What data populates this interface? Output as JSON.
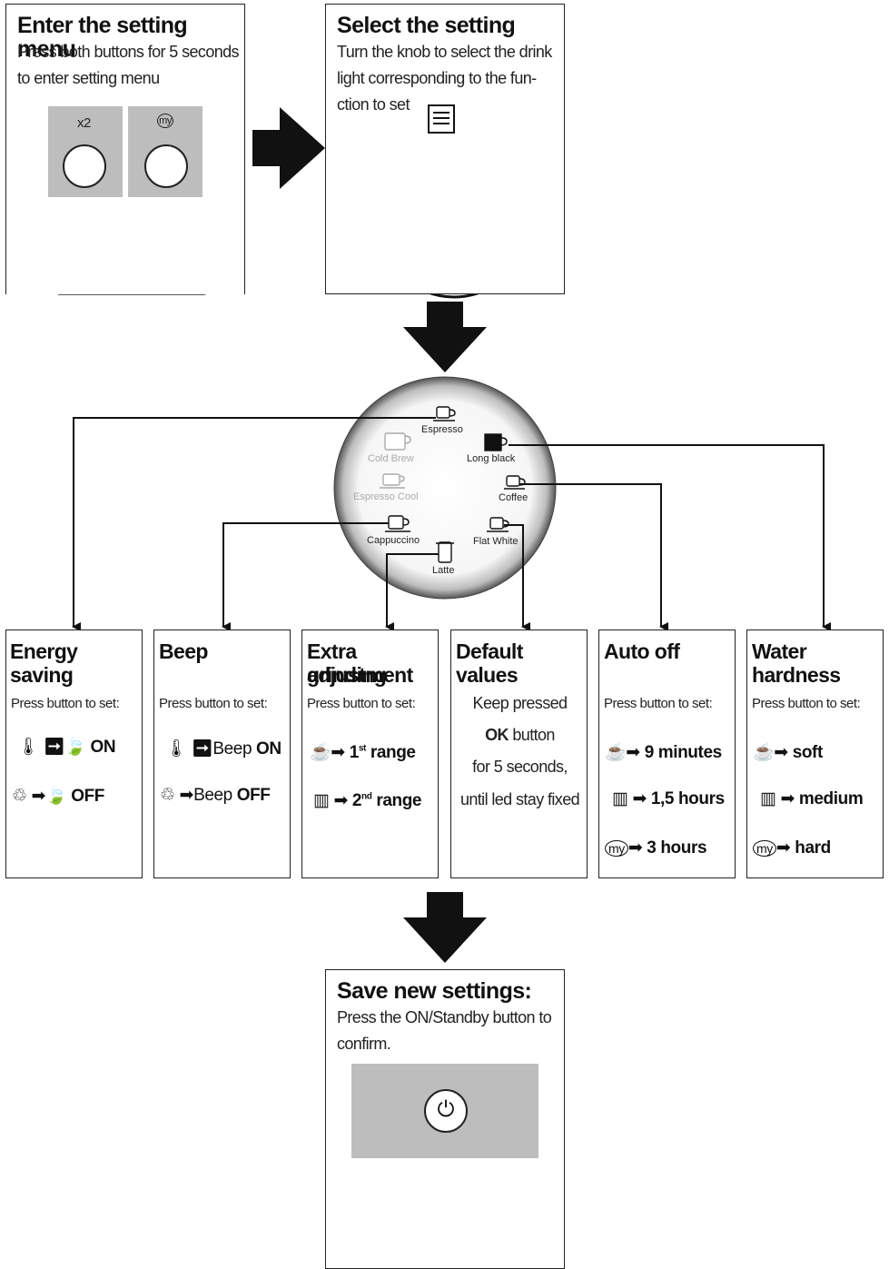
{
  "step1": {
    "title": "Enter the setting menu",
    "line1": "Press both buttons for 5 seconds",
    "line2": "to enter setting menu",
    "button_left": "x2",
    "button_right": "my"
  },
  "step2": {
    "title": "Select the setting",
    "line1": "Turn the knob to select the drink",
    "line2": "light corresponding to the fun-",
    "line3": "ction to set"
  },
  "dial": {
    "espresso": "Espresso",
    "long_black": "Long black",
    "cold_brew": "Cold Brew",
    "espresso_cool": "Espresso Cool",
    "coffee": "Coffee",
    "cappuccino": "Cappuccino",
    "flat_white": "Flat White",
    "latte": "Latte"
  },
  "settings": {
    "energy": {
      "title": "Energy saving",
      "press": "Press  button to set:",
      "on": "ON",
      "off": "OFF"
    },
    "beep": {
      "title": "Beep",
      "press": "Press  button to set:",
      "on_prefix": "Beep ",
      "on": "ON",
      "off_prefix": "Beep ",
      "off": "OFF"
    },
    "grinding": {
      "title1": "Extra grinding",
      "title2": "adjustment",
      "press": "Press  button to set:",
      "r1_num": "1",
      "r1_sup": "st",
      "r1_text": " range",
      "r2_num": "2",
      "r2_sup": "nd",
      "r2_text": " range"
    },
    "defaults": {
      "title": "Default values",
      "l1": "Keep pressed",
      "l2a": "OK",
      "l2b": " button",
      "l3": "for 5 seconds,",
      "l4": "until led stay fixed"
    },
    "autooff": {
      "title": "Auto off",
      "press": "Press  button to set:",
      "v1": "9 minutes",
      "v2": "1,5 hours",
      "v3": "3 hours",
      "my": "my"
    },
    "water": {
      "title": "Water hardness",
      "press": "Press  button to set:",
      "v1": "soft",
      "v2": "medium",
      "v3": "hard",
      "my": "my"
    }
  },
  "save": {
    "title": "Save new settings:",
    "line1": "Press the ON/Standby button to",
    "line2": "confirm."
  }
}
